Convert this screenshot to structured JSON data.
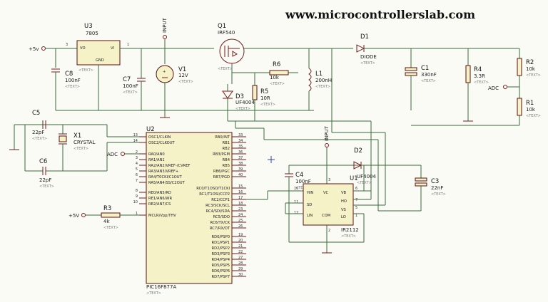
{
  "watermark": "www.microcontrollerslab.com",
  "placeholder_text": "<TEXT>",
  "power": {
    "plus5v_top": "+5v",
    "plus5v_mclr": "+5V",
    "adc_left": "ADC",
    "adc_right": "ADC",
    "input_top": "INPUT",
    "input_mid": "INPUT"
  },
  "u3": {
    "ref": "U3",
    "part": "7805",
    "pin_vo": "VO",
    "pin_vi": "VI",
    "pin_gnd": "GND",
    "n1": "3",
    "n2": "1"
  },
  "c8": {
    "ref": "C8",
    "value": "100nF"
  },
  "c7": {
    "ref": "C7",
    "value": "100nF"
  },
  "v1": {
    "ref": "V1",
    "value": "12V"
  },
  "q1": {
    "ref": "Q1",
    "part": "IRF540"
  },
  "r6": {
    "ref": "R6",
    "value": "10k"
  },
  "r5": {
    "ref": "R5",
    "value": "10R"
  },
  "d3": {
    "ref": "D3",
    "part": "UF4004"
  },
  "l1": {
    "ref": "L1",
    "value": "200nH"
  },
  "d1": {
    "ref": "D1",
    "part": "DIODE"
  },
  "c1": {
    "ref": "C1",
    "value": "330nF"
  },
  "r4": {
    "ref": "R4",
    "value": "3.3R"
  },
  "r2": {
    "ref": "R2",
    "value": "10k"
  },
  "r1": {
    "ref": "R1",
    "value": "10k"
  },
  "c5": {
    "ref": "C5",
    "value": "22pF"
  },
  "c6": {
    "ref": "C6",
    "value": "22pF"
  },
  "x1": {
    "ref": "X1",
    "part": "CRYSTAL"
  },
  "r3": {
    "ref": "R3",
    "value": "4k"
  },
  "c4": {
    "ref": "C4",
    "value": "100nF"
  },
  "d2": {
    "ref": "D2",
    "part": "UF4004"
  },
  "c3": {
    "ref": "C3",
    "value": "22nF"
  },
  "u2": {
    "ref": "U2",
    "part": "PIC16F877A",
    "left_pins": [
      {
        "no": "13",
        "name": "OSC1/CLKIN"
      },
      {
        "no": "14",
        "name": "OSC2/CLKOUT"
      },
      {
        "no": "2",
        "name": "RA0/AN0"
      },
      {
        "no": "3",
        "name": "RA1/AN1"
      },
      {
        "no": "4",
        "name": "RA2/AN2/VREF-/CVREF"
      },
      {
        "no": "5",
        "name": "RA3/AN3/VREF+"
      },
      {
        "no": "6",
        "name": "RA4/T0CKI/C1OUT"
      },
      {
        "no": "7",
        "name": "RA5/AN4/SS/C2OUT"
      },
      {
        "no": "8",
        "name": "RE0/AN5/RD"
      },
      {
        "no": "9",
        "name": "RE1/AN6/WR"
      },
      {
        "no": "10",
        "name": "RE2/AN7/CS"
      },
      {
        "no": "1",
        "name": "MCLR/Vpp/THV"
      }
    ],
    "right_pins": [
      {
        "no": "33",
        "name": "RB0/INT"
      },
      {
        "no": "34",
        "name": "RB1"
      },
      {
        "no": "35",
        "name": "RB2"
      },
      {
        "no": "36",
        "name": "RB3/PGM"
      },
      {
        "no": "37",
        "name": "RB4"
      },
      {
        "no": "38",
        "name": "RB5"
      },
      {
        "no": "39",
        "name": "RB6/PGC"
      },
      {
        "no": "40",
        "name": "RB7/PGD"
      },
      {
        "no": "15",
        "name": "RC0/T1OSO/T1CKI"
      },
      {
        "no": "16",
        "name": "RC1/T1OSI/CCP2"
      },
      {
        "no": "17",
        "name": "RC2/CCP1"
      },
      {
        "no": "18",
        "name": "RC3/SCK/SCL"
      },
      {
        "no": "23",
        "name": "RC4/SDI/SDA"
      },
      {
        "no": "24",
        "name": "RC5/SDO"
      },
      {
        "no": "25",
        "name": "RC6/TX/CK"
      },
      {
        "no": "26",
        "name": "RC7/RX/DT"
      },
      {
        "no": "19",
        "name": "RD0/PSP0"
      },
      {
        "no": "20",
        "name": "RD1/PSP1"
      },
      {
        "no": "21",
        "name": "RD2/PSP2"
      },
      {
        "no": "22",
        "name": "RD3/PSP3"
      },
      {
        "no": "27",
        "name": "RD4/PSP4"
      },
      {
        "no": "28",
        "name": "RD5/PSP5"
      },
      {
        "no": "29",
        "name": "RD6/PSP6"
      },
      {
        "no": "30",
        "name": "RD7/PSP7"
      }
    ]
  },
  "u1": {
    "ref": "U1",
    "part": "IR2112",
    "pins": {
      "hin": "HIN",
      "sd": "SD",
      "lin": "LIN",
      "vc": "VC",
      "com": "COM",
      "vb": "VB",
      "ho": "HO",
      "vs": "VS",
      "lo": "LO"
    },
    "nums": {
      "hin": "10",
      "sd": "11",
      "lin": "12",
      "vc": "3",
      "com": "2",
      "vb": "6",
      "ho": "7",
      "vs": "5",
      "lo": "1"
    }
  }
}
